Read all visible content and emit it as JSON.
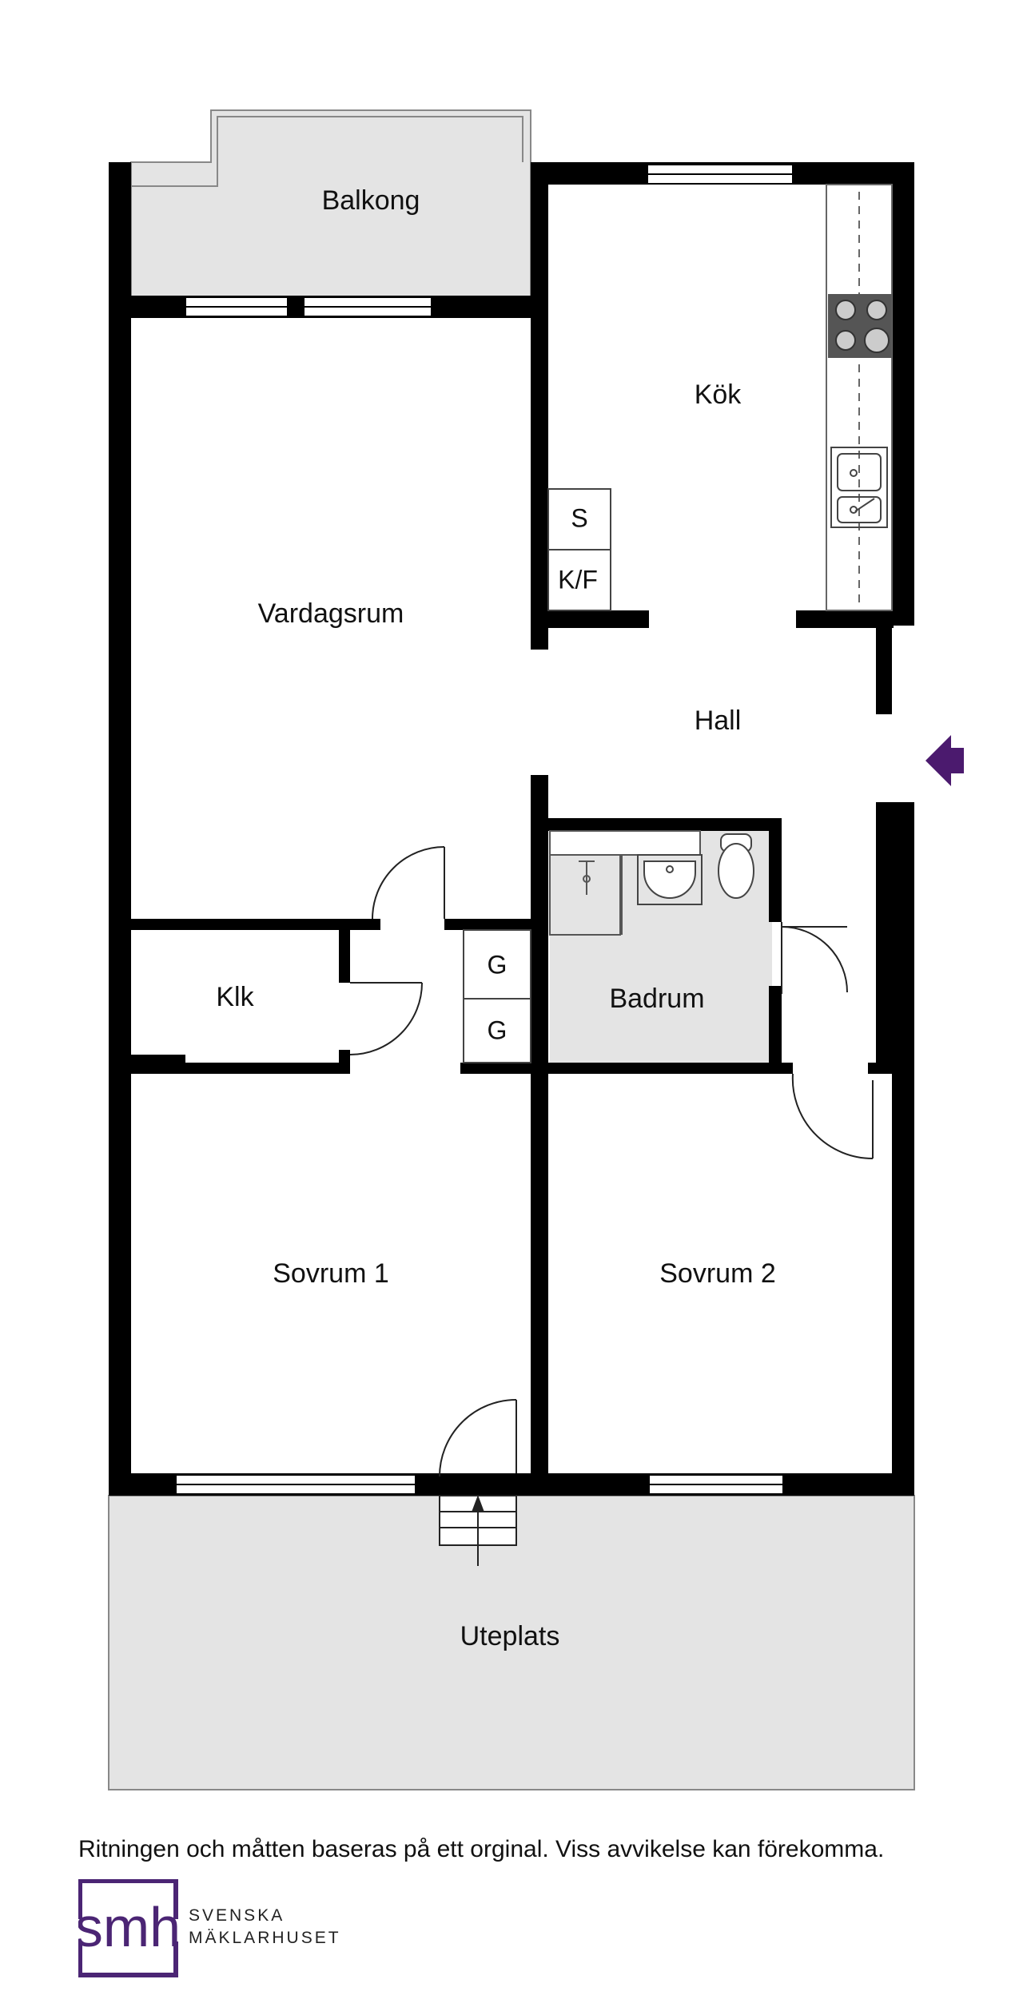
{
  "rooms": {
    "balkong": "Balkong",
    "kok": "Kök",
    "vardagsrum": "Vardagsrum",
    "hall": "Hall",
    "klk": "Klk",
    "badrum": "Badrum",
    "sovrum1": "Sovrum 1",
    "sovrum2": "Sovrum 2",
    "uteplats": "Uteplats"
  },
  "fixtures": {
    "s": "S",
    "kf": "K/F",
    "g1": "G",
    "g2": "G"
  },
  "footer": {
    "disclaimer": "Ritningen och måtten baseras på ett orginal. Viss avvikelse kan förekomma."
  },
  "logo": {
    "mark": "smh",
    "line1": "SVENSKA",
    "line2": "MÄKLARHUSET"
  },
  "colors": {
    "wall": "#000000",
    "outdoor_fill": "#e4e4e4",
    "bath_fill": "#e4e4e4",
    "entrance_arrow": "#4b1a6e",
    "brand": "#4b2574"
  },
  "icons": {
    "entrance": "entrance-arrow-icon",
    "stove": "stove-icon",
    "sink": "kitchen-sink-icon",
    "toilet": "toilet-icon",
    "basin": "wash-basin-icon",
    "shower": "shower-icon"
  }
}
